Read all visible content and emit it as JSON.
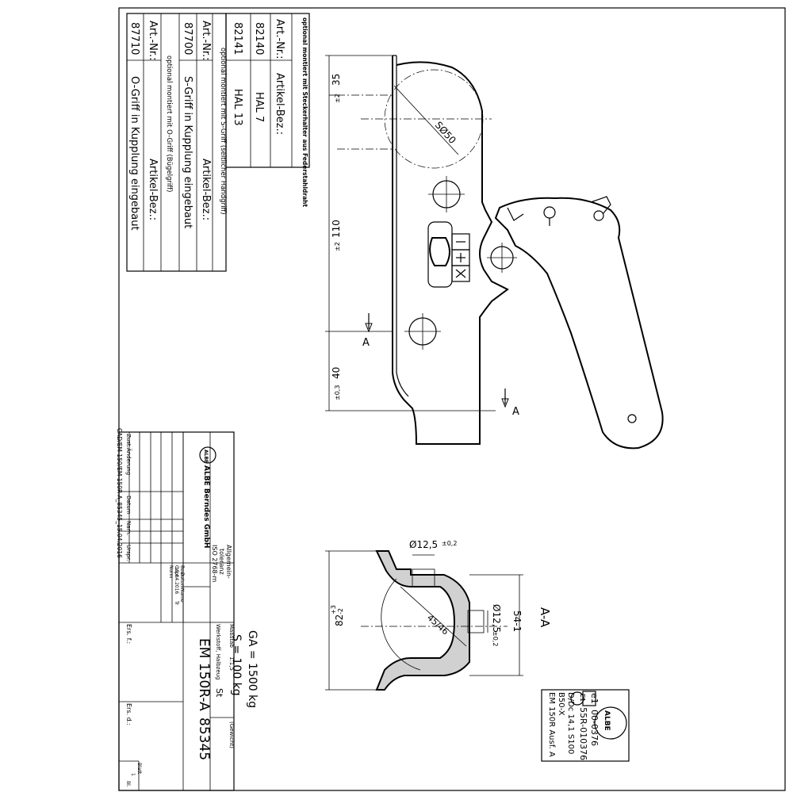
{
  "cad_path": "CAD/EM 150/EM 150R-A_85345_15.04.2016",
  "parts_table_1": {
    "title": "optional montiert mit Steckerhalter aus Federstahldraht",
    "headers": [
      "Art.-Nr.:",
      "Artikel-Bez.:"
    ],
    "rows": [
      {
        "art": "82140",
        "bez": "HAL 7"
      },
      {
        "art": "82141",
        "bez": "HAL 13"
      }
    ]
  },
  "parts_table_2": {
    "groups": [
      {
        "note": "optional montiert mit S-Griff (seitlicher Handgriff)",
        "headers": [
          "Art.-Nr.:",
          "Artikel-Bez.:"
        ],
        "art": "87700",
        "bez": "S-Griff in Kupplung eingebaut"
      },
      {
        "note": "optional montiert mit O-Griff (Bügelgriff)",
        "headers": [
          "Art.-Nr.:",
          "Artikel-Bez.:"
        ],
        "art": "87710",
        "bez": "O-Griff in Kupplung eingebaut"
      }
    ]
  },
  "dimensions": {
    "d35": "35",
    "d35_tol": "±2",
    "d110": "110",
    "d110_tol": "±2",
    "d40": "40",
    "d40_tol": "±0,3",
    "sphere": "SØ50",
    "section_mark": "A",
    "d12_top": "Ø12,5",
    "d12_top_tol": "±0,2",
    "d12_side": "Ø12,5",
    "d12_side_tol": "±0,2",
    "d82": "82",
    "d82_tol_up": "+3",
    "d82_tol_dn": "-2",
    "d54": "54-1",
    "d45_46": "45/46",
    "section_title": "A-A"
  },
  "title_block": {
    "company": "ALBE Berndes GmbH",
    "logo": "ALBE",
    "tolerance": [
      "Allgemein-",
      "toleranz",
      "ISO 2768-m"
    ],
    "rev_headers": [
      "Zust.",
      "Änderung",
      "Datum",
      "Nam.",
      "Urspr."
    ],
    "bearb_label": "Bear.",
    "gepr_label": "Gepr.",
    "norm_label": "Norm",
    "datum_label": "Datum",
    "name_label": "Name",
    "date": "15.04.2016",
    "name": "Tr",
    "massstab_label": "Maßstab",
    "massstab": "1:1,5",
    "werkstoff_label": "Werkstoff, Halbzeug",
    "werkstoff": "St",
    "gewicht_label": "(Gewicht)",
    "drawing_name": "EM 150R-A",
    "drawing_no": "85345",
    "ers_fuer": "Ers. f.:",
    "ers_durch": "Ers. d.:",
    "blatt_label": "Blatt",
    "blatt": "1",
    "bl_label": "Bl."
  },
  "loads": {
    "ga": "GA = 1500 kg",
    "s": "S = 100 kg"
  },
  "approval": {
    "e_mark": "e1",
    "num1": "00-0376",
    "ece": "E1",
    "num2": "55R-010376",
    "line3": "D/Dc 14,1 S100",
    "line4": "B50-X",
    "line5": "EM 150R Ausf. A",
    "logo": "ALBE"
  }
}
